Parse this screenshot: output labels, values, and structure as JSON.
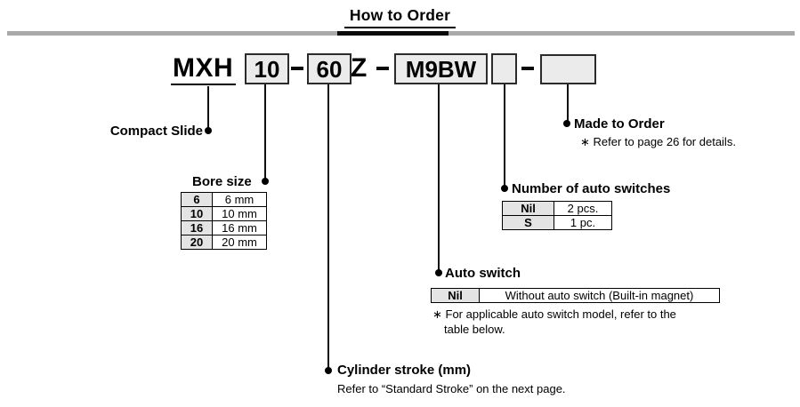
{
  "header": {
    "title": "How to Order"
  },
  "model_code": {
    "prefix": "MXH",
    "bore_code": "10",
    "stroke_code": "60",
    "z_code": "Z",
    "auto_switch_code": "M9BW",
    "num_switches_code": "",
    "made_to_order_code": ""
  },
  "callouts": {
    "compact_slide": {
      "label": "Compact Slide"
    },
    "bore_size": {
      "label": "Bore size",
      "table": {
        "rows": [
          [
            "6",
            "6 mm"
          ],
          [
            "10",
            "10 mm"
          ],
          [
            "16",
            "16 mm"
          ],
          [
            "20",
            "20 mm"
          ]
        ]
      }
    },
    "cylinder_stroke": {
      "label": "Cylinder stroke (mm)",
      "note": "Refer to “Standard Stroke” on the next page."
    },
    "auto_switch": {
      "label": "Auto switch",
      "table": {
        "rows": [
          [
            "Nil",
            "Without auto switch (Built-in magnet)"
          ]
        ]
      },
      "note_line1": "∗ For applicable auto switch model, refer to the",
      "note_line2": "table below."
    },
    "number_of_auto_switches": {
      "label": "Number of auto switches",
      "table": {
        "rows": [
          [
            "Nil",
            "2 pcs."
          ],
          [
            "S",
            "1 pc."
          ]
        ]
      }
    },
    "made_to_order": {
      "label": "Made to Order",
      "note": "∗ Refer to page 26 for details."
    }
  }
}
